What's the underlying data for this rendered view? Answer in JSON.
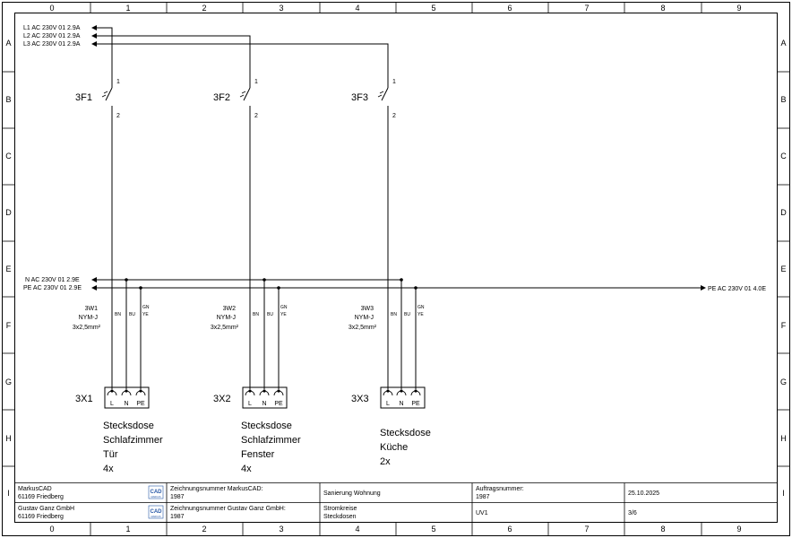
{
  "grid": {
    "columns": [
      "0",
      "1",
      "2",
      "3",
      "4",
      "5",
      "6",
      "7",
      "8",
      "9"
    ],
    "rows": [
      "A",
      "B",
      "C",
      "D",
      "E",
      "F",
      "G",
      "H",
      "I"
    ]
  },
  "phase_lines": [
    {
      "label": "L1 AC 230V 01 2.9A"
    },
    {
      "label": "L2 AC 230V 01 2.9A"
    },
    {
      "label": "L3 AC 230V 01 2.9A"
    }
  ],
  "pe_n_lines": [
    {
      "label": "N AC 230V 01 2.9E"
    },
    {
      "label": "PE AC 230V 01 2.9E"
    }
  ],
  "pe_out_label": "PE AC 230V 01 4.0E",
  "breakers": [
    {
      "id": "3F1",
      "pin_top": "1",
      "pin_bottom": "2"
    },
    {
      "id": "3F2",
      "pin_top": "1",
      "pin_bottom": "2"
    },
    {
      "id": "3F3",
      "pin_top": "1",
      "pin_bottom": "2"
    }
  ],
  "cables": [
    {
      "id": "3W1",
      "type": "NYM-J",
      "section": "3x2,5mm²",
      "cores": [
        "BN",
        "BU",
        "GN",
        "YE"
      ]
    },
    {
      "id": "3W2",
      "type": "NYM-J",
      "section": "3x2,5mm²",
      "cores": [
        "BN",
        "BU",
        "GN",
        "YE"
      ]
    },
    {
      "id": "3W3",
      "type": "NYM-J",
      "section": "3x2,5mm²",
      "cores": [
        "BN",
        "BU",
        "GN",
        "YE"
      ]
    }
  ],
  "sockets": [
    {
      "id": "3X1",
      "terminals": [
        "L",
        "N",
        "PE"
      ],
      "desc": [
        "Stecksdose",
        "Schlafzimmer",
        "Tür",
        "4x"
      ]
    },
    {
      "id": "3X2",
      "terminals": [
        "L",
        "N",
        "PE"
      ],
      "desc": [
        "Stecksdose",
        "Schlafzimmer",
        "Fenster",
        "4x"
      ]
    },
    {
      "id": "3X3",
      "terminals": [
        "L",
        "N",
        "PE"
      ],
      "desc": [
        "Stecksdose",
        "Küche",
        "2x"
      ]
    }
  ],
  "title_block": {
    "company1_name": "MarkusCAD",
    "company1_city": "61169 Friedberg",
    "company2_name": "Gustav Ganz GmbH",
    "company2_city": "61169 Friedberg",
    "logo_text": "CAD",
    "logo_sub": "MARKUS",
    "drawing_no_label_1": "Zeichnungsnummer MarkusCAD:",
    "drawing_no_1": "1987",
    "drawing_no_label_2": "Zeichnungsnummer Gustav Ganz GmbH:",
    "drawing_no_2": "1987",
    "project": "Sanierung Wohnung",
    "sheet_title_1": "Stromkreise",
    "sheet_title_2": "Steckdosen",
    "order_label": "Auftragsnummer:",
    "order_no": "1987",
    "distribution": "UV1",
    "date": "25.10.2025",
    "page": "3/6"
  }
}
